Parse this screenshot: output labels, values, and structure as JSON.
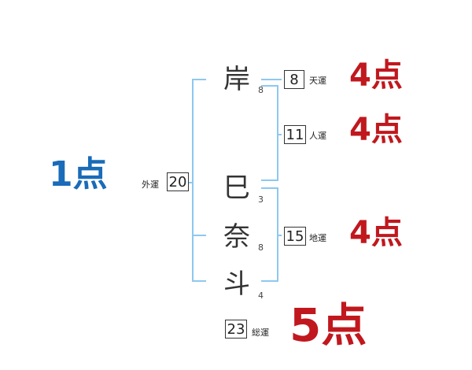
{
  "name": {
    "surname": [
      {
        "char": "岸",
        "strokes": "8"
      }
    ],
    "given": [
      {
        "char": "巳",
        "strokes": "3"
      },
      {
        "char": "奈",
        "strokes": "8"
      },
      {
        "char": "斗",
        "strokes": "4"
      }
    ]
  },
  "fortunes": {
    "ten": {
      "value": "8",
      "label": "天運",
      "score": "4点"
    },
    "jin": {
      "value": "11",
      "label": "人運",
      "score": "4点"
    },
    "chi": {
      "value": "15",
      "label": "地運",
      "score": "4点"
    },
    "gai": {
      "value": "20",
      "label": "外運",
      "score": "1点"
    },
    "sou": {
      "value": "23",
      "label": "総運",
      "score": "5点"
    }
  },
  "colors": {
    "bracket": "#8ec8ef",
    "score_red": "#c0181e",
    "score_blue": "#1a6bb8"
  }
}
